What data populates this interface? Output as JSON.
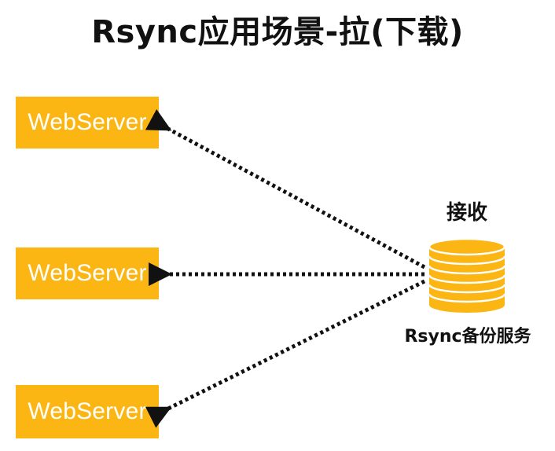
{
  "title": "Rsync应用场景-拉(下载)",
  "servers": [
    {
      "label": "WebServer"
    },
    {
      "label": "WebServer"
    },
    {
      "label": "WebServer"
    }
  ],
  "backup": {
    "top_label": "接收",
    "bottom_label": "Rsync备份服务",
    "icon": "database-icon"
  },
  "colors": {
    "server_fill": "#fbb614",
    "server_text": "#ffffff",
    "db_fill": "#fbb614",
    "db_stroke": "#ffffff",
    "arrow": "#111111"
  }
}
